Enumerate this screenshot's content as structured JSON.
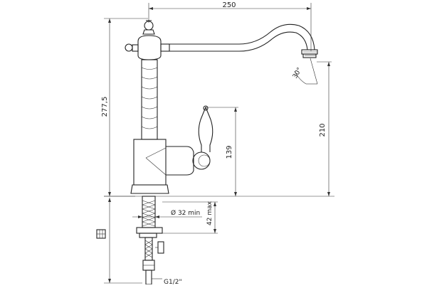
{
  "drawing": {
    "dimensions": {
      "spout_reach": "250",
      "total_height": "277,5",
      "spout_height": "210",
      "handle_height": "139",
      "hole_diameter": "Ø 32 min",
      "deck_thickness": "42 max",
      "spout_angle": "30°",
      "connection": "G1/2\""
    }
  }
}
